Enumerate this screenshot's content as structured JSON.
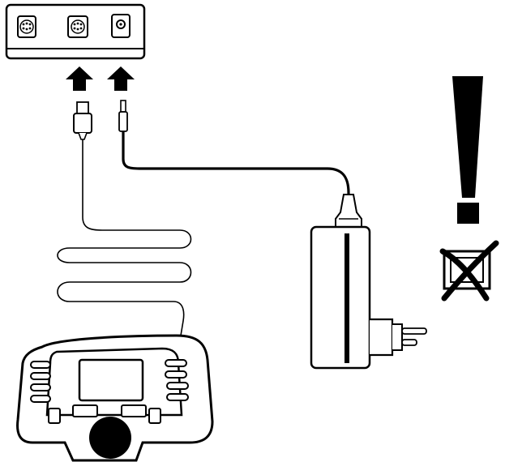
{
  "diagram": {
    "connector_panel": {
      "ports": [
        {
          "name": "din-socket-left",
          "icon": "din-socket-icon"
        },
        {
          "name": "din-socket-right",
          "icon": "din-socket-icon"
        },
        {
          "name": "power-jack",
          "icon": "dc-power-jack-icon"
        }
      ]
    },
    "arrows": [
      {
        "icon": "arrow-up-icon",
        "target": "din-socket-right"
      },
      {
        "icon": "arrow-up-icon",
        "target": "power-jack"
      }
    ],
    "devices": {
      "handheld_controller": {
        "icon": "handheld-controller-icon"
      },
      "power_adapter": {
        "icon": "power-adapter-icon"
      }
    },
    "warning": {
      "icons": [
        "exclamation-icon",
        "crossed-out-socket-icon"
      ]
    },
    "colors": {
      "line": "#000000",
      "background": "#ffffff",
      "panel_fill": "#ffffff"
    }
  }
}
